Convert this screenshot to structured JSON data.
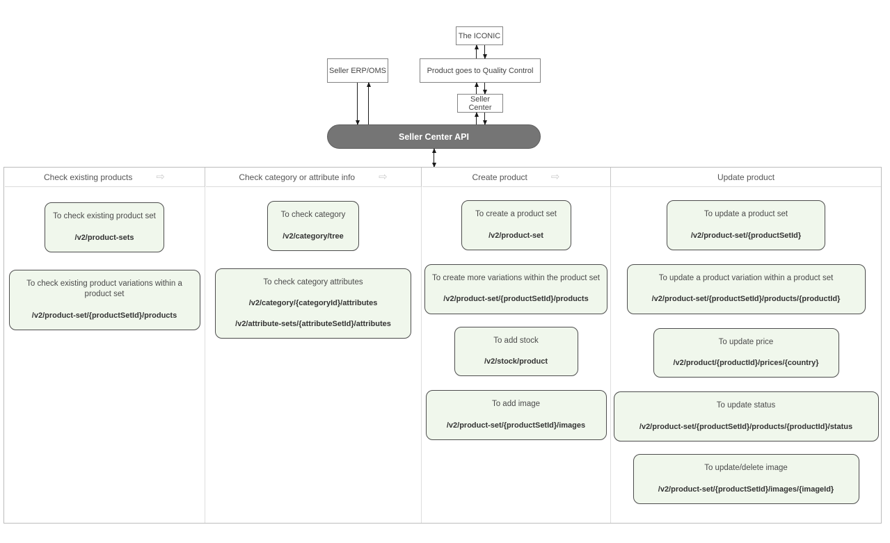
{
  "colors": {
    "api_pill_fill": "#757575",
    "api_pill_text": "#ffffff",
    "endpoint_box_fill": "#f0f7ec",
    "endpoint_box_border": "#4c4c4c",
    "flow_node_border": "#828282",
    "connector": "#1a1a1a",
    "table_border": "#bcbcbc",
    "header_text": "#555555"
  },
  "icons": {
    "flow_arrow": "⇨"
  },
  "flow": {
    "iconic": "The ICONIC",
    "erp": "Seller ERP/OMS",
    "quality_control": "Product goes to Quality Control",
    "seller_center": "Seller Center",
    "api": "Seller Center API"
  },
  "table": {
    "columns": [
      {
        "header": "Check existing products",
        "boxes": [
          {
            "description": "To check existing product set",
            "endpoints": [
              "/v2/product-sets"
            ]
          },
          {
            "description": "To check existing product variations within a product set",
            "endpoints": [
              "/v2/product-set/{productSetId}/products"
            ]
          }
        ]
      },
      {
        "header": "Check category or attribute info",
        "boxes": [
          {
            "description": "To check category",
            "endpoints": [
              "/v2/category/tree"
            ]
          },
          {
            "description": "To check category attributes",
            "endpoints": [
              "/v2/category/{categoryId}/attributes",
              "/v2/attribute-sets/{attributeSetId}/attributes"
            ]
          }
        ]
      },
      {
        "header": "Create product",
        "boxes": [
          {
            "description": "To create a product set",
            "endpoints": [
              "/v2/product-set"
            ]
          },
          {
            "description": "To create more variations within the product set",
            "endpoints": [
              "/v2/product-set/{productSetId}/products"
            ]
          },
          {
            "description": "To add stock",
            "endpoints": [
              "/v2/stock/product"
            ]
          },
          {
            "description": "To add image",
            "endpoints": [
              "/v2/product-set/{productSetId}/images"
            ]
          }
        ]
      },
      {
        "header": "Update product",
        "boxes": [
          {
            "description": "To update a product set",
            "endpoints": [
              "/v2/product-set/{productSetId}"
            ]
          },
          {
            "description": "To update a product variation within a product set",
            "endpoints": [
              "/v2/product-set/{productSetId}/products/{productId}"
            ]
          },
          {
            "description": "To update price",
            "endpoints": [
              "/v2/product/{productId}/prices/{country}"
            ]
          },
          {
            "description": "To update status",
            "endpoints": [
              "/v2/product-set/{productSetId}/products/{productId}/status"
            ]
          },
          {
            "description": "To update/delete image",
            "endpoints": [
              "/v2/product-set/{productSetId}/images/{imageId}"
            ]
          }
        ]
      }
    ]
  }
}
